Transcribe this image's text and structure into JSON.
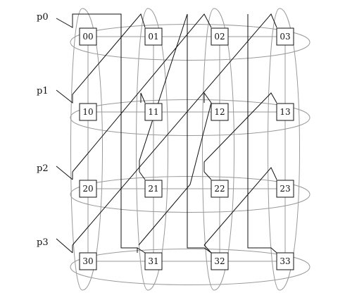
{
  "processor_labels": [
    "p0",
    "p1",
    "p2",
    "p3"
  ],
  "nodes": [
    [
      "00",
      "01",
      "02",
      "03"
    ],
    [
      "10",
      "11",
      "12",
      "13"
    ],
    [
      "20",
      "21",
      "22",
      "23"
    ],
    [
      "30",
      "31",
      "32",
      "33"
    ]
  ],
  "colors": {
    "line": "#111111",
    "ring": "#9a9a9a",
    "node_fill": "#ffffff"
  }
}
